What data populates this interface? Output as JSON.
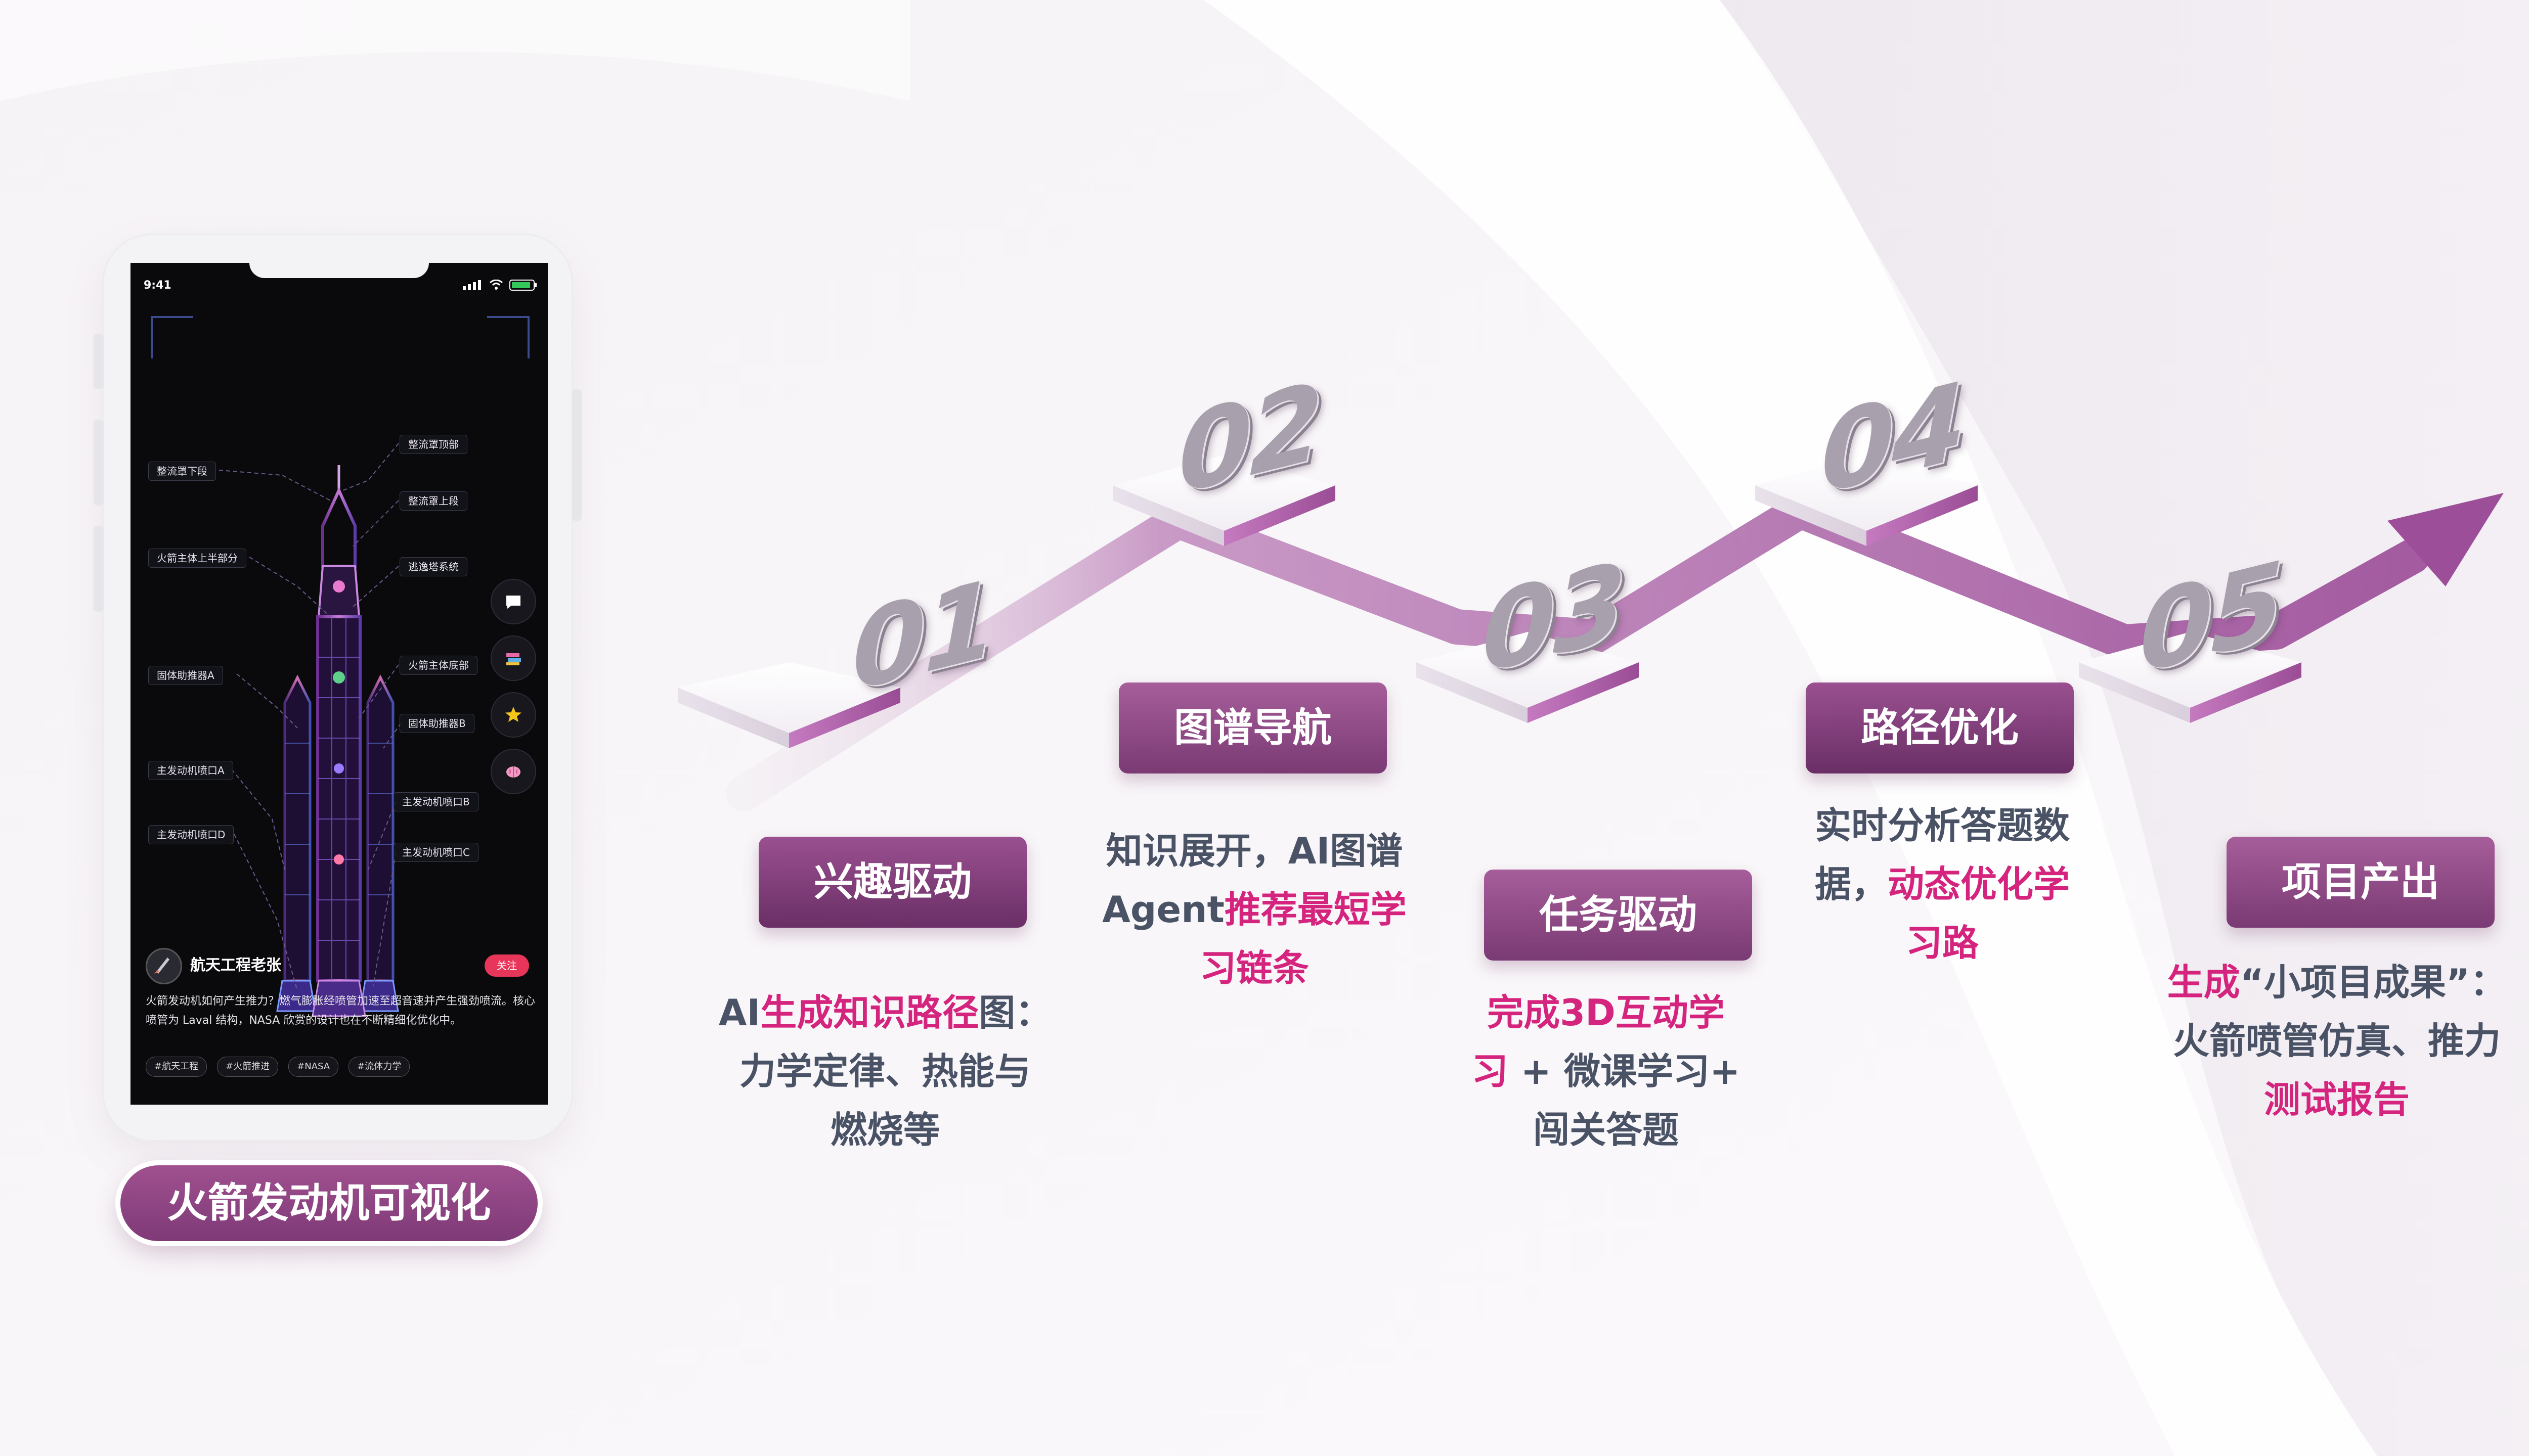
{
  "colors": {
    "accent": "#d4247e",
    "pill": "#8a4582",
    "text": "#4a5366",
    "path": "#b36fae"
  },
  "phone": {
    "status_time": "9:41",
    "labels": {
      "fairing_top": "整流罩顶部",
      "fairing_lower": "整流罩下段",
      "fairing_upper": "整流罩上段",
      "main_upper": "火箭主体上半部分",
      "escape": "逃逸塔系统",
      "booster_a": "固体助推器A",
      "main_bottom": "火箭主体底部",
      "booster_b": "固体助推器B",
      "nozzle_a": "主发动机喷口A",
      "nozzle_b": "主发动机喷口B",
      "nozzle_d": "主发动机喷口D",
      "nozzle_c": "主发动机喷口C"
    },
    "author": "航天工程老张",
    "follow": "关注",
    "description": "火箭发动机如何产生推力？燃气膨胀经喷管加速至超音速并产生强劲喷流。核心喷管为 Laval 结构，NASA 欣赏的设计也在不断精细化优化中。",
    "tags": [
      "#航天工程",
      "#火箭推进",
      "#NASA",
      "#流体力学"
    ],
    "caption": "火箭发动机可视化"
  },
  "steps": [
    {
      "num": "01",
      "title": "兴趣驱动",
      "lines": [
        [
          "AI",
          "生成知识路径",
          "图："
        ],
        [
          "力学定律、热能与"
        ],
        [
          "燃烧等"
        ]
      ]
    },
    {
      "num": "02",
      "title": "图谱导航"
    },
    {
      "num": "03",
      "title": "任务驱动"
    },
    {
      "num": "04",
      "title": "路径优化"
    },
    {
      "num": "05",
      "title": "项目产出"
    }
  ],
  "texts": {
    "s1_a": "AI",
    "s1_b": "生成知识路径",
    "s1_c": "图：",
    "s1_d": "力学定律、热能与",
    "s1_e": "燃烧等",
    "s2_a": "知识展开，AI图谱",
    "s2_b": "Agent",
    "s2_c": "推荐最短学",
    "s2_d": "习链条",
    "s3_a": "完成3D互动学",
    "s3_b": "习",
    "s3_c": " + 微课学习+",
    "s3_d": "闯关答题",
    "s4_a": "实时分析答题数",
    "s4_b": "据，",
    "s4_c": "动态优化学",
    "s4_d": "习路",
    "s5_a": "生成",
    "s5_b": "“小项目成果”：",
    "s5_c": "火箭喷管仿真、推力",
    "s5_d": "测试报告"
  }
}
